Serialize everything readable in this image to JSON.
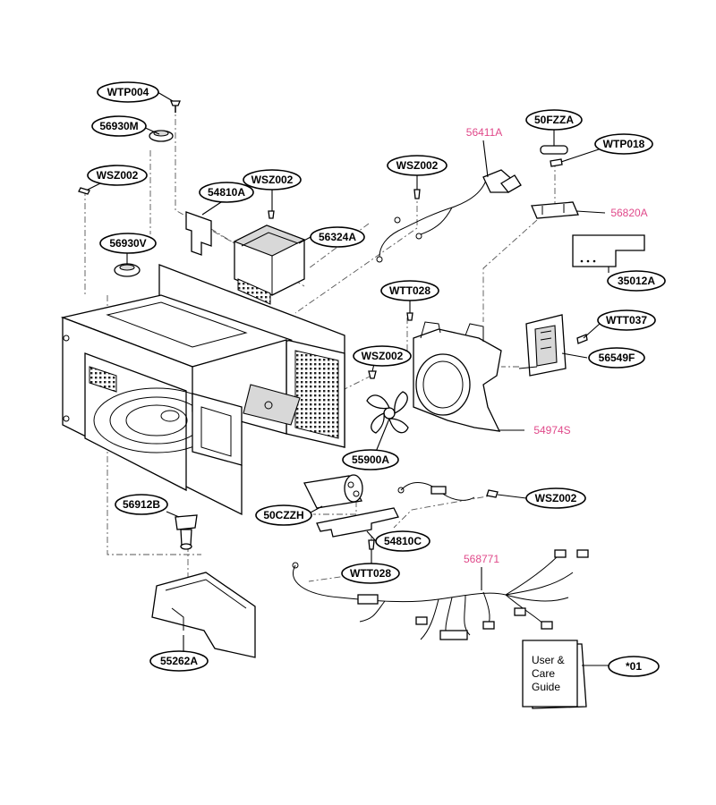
{
  "colors": {
    "highlight": "#e0498a",
    "line": "#000000"
  },
  "callouts": [
    {
      "id": "WTP004",
      "label": "WTP004",
      "highlight": false
    },
    {
      "id": "56930M",
      "label": "56930M",
      "highlight": false
    },
    {
      "id": "WSZ002a",
      "label": "WSZ002",
      "highlight": false
    },
    {
      "id": "54810A",
      "label": "54810A",
      "highlight": false
    },
    {
      "id": "WSZ002b",
      "label": "WSZ002",
      "highlight": false
    },
    {
      "id": "56324A",
      "label": "56324A",
      "highlight": false
    },
    {
      "id": "56930V",
      "label": "56930V",
      "highlight": false
    },
    {
      "id": "56411A",
      "label": "56411A",
      "highlight": true
    },
    {
      "id": "WSZ002c",
      "label": "WSZ002",
      "highlight": false
    },
    {
      "id": "50FZZA",
      "label": "50FZZA",
      "highlight": false
    },
    {
      "id": "WTP018",
      "label": "WTP018",
      "highlight": false
    },
    {
      "id": "56820A",
      "label": "56820A",
      "highlight": true
    },
    {
      "id": "35012A",
      "label": "35012A",
      "highlight": false
    },
    {
      "id": "WTT028a",
      "label": "WTT028",
      "highlight": false
    },
    {
      "id": "WTT037",
      "label": "WTT037",
      "highlight": false
    },
    {
      "id": "WSZ002d",
      "label": "WSZ002",
      "highlight": false
    },
    {
      "id": "56549F",
      "label": "56549F",
      "highlight": false
    },
    {
      "id": "54974S",
      "label": "54974S",
      "highlight": true
    },
    {
      "id": "55900A",
      "label": "55900A",
      "highlight": false
    },
    {
      "id": "WSZ002e",
      "label": "WSZ002",
      "highlight": false
    },
    {
      "id": "56912B",
      "label": "56912B",
      "highlight": false
    },
    {
      "id": "50CZZH",
      "label": "50CZZH",
      "highlight": false
    },
    {
      "id": "54810C",
      "label": "54810C",
      "highlight": false
    },
    {
      "id": "WTT028b",
      "label": "WTT028",
      "highlight": false
    },
    {
      "id": "568771",
      "label": "568771",
      "highlight": true
    },
    {
      "id": "55262A",
      "label": "55262A",
      "highlight": false
    },
    {
      "id": "01",
      "label": "*01",
      "highlight": false
    }
  ],
  "manual": {
    "line1": "User &",
    "line2": "Care",
    "line3": "Guide"
  }
}
